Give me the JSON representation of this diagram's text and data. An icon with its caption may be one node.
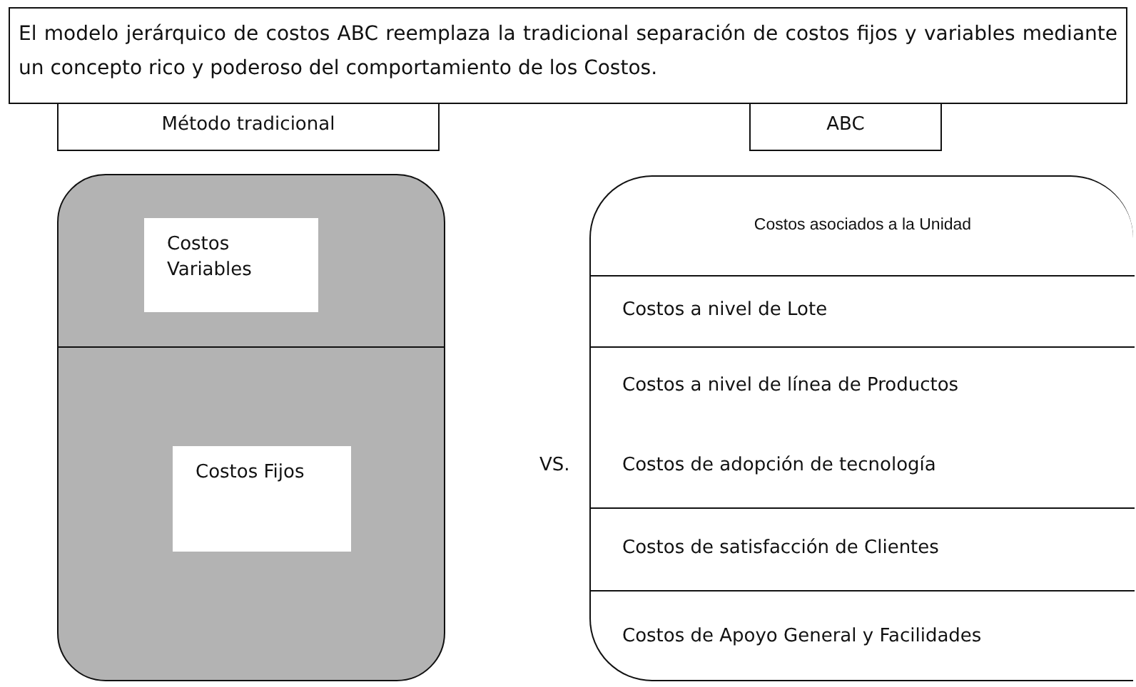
{
  "diagram": {
    "nodes": [
      {
        "text": [
          "El modelo jerárquico de costos ABC reemplaza la tradicional separación de costos fijos y variables mediante un concepto rico y poderoso del comportamiento de los Costos."
        ]
      },
      {
        "text": [
          "Método tradicional"
        ]
      },
      {
        "text": [
          "ABC"
        ]
      },
      {
        "text": [],
        "shape": "box"
      },
      {
        "text": [
          "Costos Variables"
        ],
        "in": 3
      },
      {
        "text": [
          "Costos Fijos"
        ],
        "in": 3
      },
      {
        "text": [],
        "shape": "box"
      },
      {
        "text": [
          "Costos asociados a la Unidad"
        ],
        "in": 6
      },
      {
        "text": [
          "Costos a nivel de Lote"
        ],
        "in": 6
      },
      {
        "text": [
          "Costos a nivel de línea de Productos"
        ],
        "in": 6
      },
      {
        "text": [
          "Costos de adopción de tecnología"
        ],
        "in": 6
      },
      {
        "text": [
          "Costos de satisfacción de Clientes"
        ],
        "in": 6
      },
      {
        "text": [
          "Costos de Apoyo General y Facilidades"
        ],
        "in": 6
      }
    ],
    "labels": [
      "VS."
    ]
  }
}
